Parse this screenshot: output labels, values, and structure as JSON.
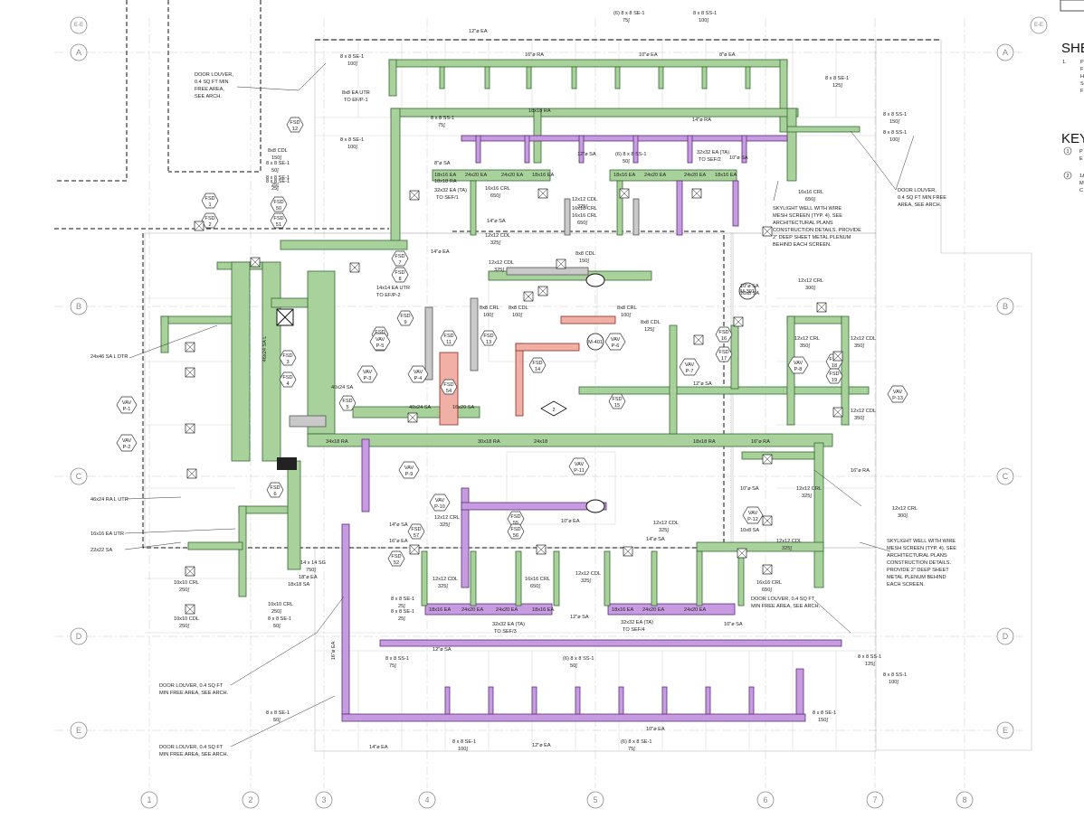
{
  "sheet_title_partial": "SHE",
  "keynotes_title_partial": "KEY",
  "grid": {
    "columns": [
      "1",
      "2",
      "3",
      "4",
      "5",
      "6",
      "7",
      "8"
    ],
    "rows": [
      "A",
      "B",
      "C",
      "D",
      "E"
    ],
    "ref": "E-E"
  },
  "general_notes_partial": [
    {
      "num": "1.",
      "lines": [
        "P",
        "F",
        "H",
        "S",
        "F"
      ]
    }
  ],
  "keynotes_partial": [
    {
      "num": "1",
      "lines": [
        "P",
        "E"
      ]
    },
    {
      "num": "2",
      "lines": [
        "1&",
        "M",
        "C"
      ]
    }
  ],
  "labels": {
    "l_8x8_se1_75_top": "(6) 8 x 8 SE-1",
    "l_75_top": "75∫",
    "l_8x8_ss1_100_top": "8 x 8 SS-1",
    "l_100_top": "100∫",
    "l_12ea": "12\"ø EA",
    "l_16ra": "16\"ø RA",
    "l_10ea": "10\"ø EA",
    "l_8ea": "8\"ø EA",
    "l_8x8_se1_a": "8 x 8 SE-1",
    "l_100a": "100∫",
    "l_8x8_se1_tr": "8 x 8 SE-1",
    "l_125_tr": "125∫",
    "l_18x18ra": "18x18 RA",
    "l_14ra": "14\"ø RA",
    "l_8x8_ss1_150": "8 x 8 SS-1",
    "l_150": "150∫",
    "l_8x8_ss1_100r": "8 x 8 SS-1",
    "l_100r": "100∫",
    "l_8x8_ss1_75": "8 x 8 SS-1",
    "l_75b": "75∫",
    "l_8x8_ss1_50": "(6) 8 x 8 SS-1",
    "l_50": "50∫",
    "l_32x32ea_sef2": "32x32 EA (TA)",
    "l_to_sef2": "TO SEF/2",
    "l_12sa": "12\"ø SA",
    "l_10sa": "10\"ø SA",
    "l_door_louver_tl": "DOOR LOUVER,",
    "l_door_louver_tl2": "0.4 SQ FT MIN",
    "l_door_louver_tl3": "FREE AREA,",
    "l_door_louver_tl4": "SEE ARCH.",
    "l_door_louver_tr": "DOOR LOUVER,",
    "l_door_louver_tr2": "0.4 SQ FT MIN FREE",
    "l_door_louver_tr3": "AREA, SEE ARCH.",
    "l_8x8_se1_100b": "8 x 8 SE-1",
    "l_100b": "100∫",
    "l_8x8_ea_utr": "8x8 EA UTR",
    "l_to_efp1": "TO EF/P-1",
    "l_8x8_se1_50": "8 x 8 SE-1",
    "l_50b": "50∫",
    "l_8x8_cdl_150": "8x8 CDL",
    "l_150b": "150∫",
    "l_8x8_se1_25": "8 x 8 SE-1",
    "l_25": "25∫",
    "l_8x8_se1_25b": "8 x 8 SE-1",
    "l_25b": "25∫",
    "l_8sa": "8\"ø SA",
    "l_18x18ra_b": "18x18 RA",
    "l_32x32ea_sef1": "32x32 EA (TA)",
    "l_to_sef1": "TO SEF/1",
    "l_16x16crl_650": "16x16 CRL",
    "l_650": "650∫",
    "l_14sa": "14\"ø SA",
    "l_12x12cdl_325": "12x12 CDL",
    "l_325": "325∫",
    "l_16x16crl_650b": "16x16 CRL",
    "l_650b": "650∫",
    "l_16x16crl_650c": "16x16 CRL",
    "l_650c": "650∫",
    "l_skylight1": "SKYLIGHT WELL WITH WIRE",
    "l_skylight2": "MESH SCREEN (TYP. 4). SEE",
    "l_skylight3": "ARCHITECTURAL PLANS",
    "l_skylight4": "CONSTRUCTION DETAILS. PROVIDE",
    "l_skylight5": "2\" DEEP SHEET METAL PLENUM",
    "l_skylight6": "BEHIND EACH SCREEN.",
    "l_14ea": "14\"ø EA",
    "l_8x8cdl_a": "8x8 CDL",
    "l_150c": "150∫",
    "l_8x8crl": "8x8 CRL",
    "l_100c": "100∫",
    "l_8x8cdl_b": "8x8 CDL",
    "l_100d": "100∫",
    "l_8x8crl_b": "8x8 CRL",
    "l_100e": "100∫",
    "l_8x8cdl_c": "8x8 CDL",
    "l_125c": "125∫",
    "l_12x12cdl_325b": "12x12 CDL",
    "l_325b": "325∫",
    "l_12x12cdl_325c": "12x12 CDL",
    "l_325c": "325∫",
    "l_10sa_b": "10\"ø SA",
    "l_10x8sa": "10x8 SA",
    "l_12x12crl_300": "12x12 CRL",
    "l_300": "300∫",
    "l_14x14ea_utr": "14x14 EA UTR",
    "l_to_efp2": "TO EF/P-2",
    "l_24x46_sal_dtr": "24x46 SA L DTR",
    "l_46x24sal": "46x24 SA L",
    "l_40x24sa": "40x24 SA",
    "l_40x24sa_b": "40x24 SA",
    "l_16x20sa": "16x20 SA",
    "l_34x18ra": "34x18 RA",
    "l_30x18ra": "30x18 RA",
    "l_24x18": "24x18",
    "l_18x18ra_c": "18x18 RA",
    "l_16ra_b": "16\"ø RA",
    "l_16ra_c": "16\"ø RA",
    "l_12x12crl_350": "12x12 CRL",
    "l_350": "350∫",
    "l_12x12cdl_350": "12x12 CDL",
    "l_350b": "350∫",
    "l_12x12cdl_350c": "12x12 CDL",
    "l_350c": "350∫",
    "l_12sa_b": "12\"ø SA",
    "l_12x12crl_325": "12x12 CRL",
    "l_325d": "325∫",
    "l_12x12crl_300b": "12x12 CRL",
    "l_300b": "300∫",
    "l_12x12cdl_325e": "12x12 CDL",
    "l_325e": "325∫",
    "l_10x8sa_b": "10x8 SA",
    "l_10sa_c": "10\"ø SA",
    "l_skylight_b1": "SKYLIGHT WELL WITH WIRE",
    "l_skylight_b2": "MESH SCREEN (TYP. 4). SEE",
    "l_skylight_b3": "ARCHITECTURAL PLANS",
    "l_skylight_b4": "CONSTRUCTION DETAILS.",
    "l_skylight_b5": "PROVIDE 2\" DEEP SHEET",
    "l_skylight_b6": "METAL PLENUM BEHIND",
    "l_skylight_b7": "EACH SCREEN.",
    "l_16x16crl_650d": "16x16 CRL",
    "l_650d": "650∫",
    "l_door_louver_br": "DOOR LOUVER, 0.4 SQ FT",
    "l_door_louver_br2": "MIN FREE AREA, SEE ARCH.",
    "l_10sa_d": "10\"ø SA",
    "l_8x8_ss1_125": "8 x 8 SS-1",
    "l_125d": "125∫",
    "l_8x8_ss1_100f": "8 x 8 SS-1",
    "l_100f": "100∫",
    "l_8x8_se1_150b": "8 x 8 SE-1",
    "l_150d": "150∫",
    "l_46x24_ra_l_utr": "46x24 RA L UTR",
    "l_16x16_ea_utr": "16x16 EA UTR",
    "l_22x22sa": "22x22 SA",
    "l_10x10crl": "10x10 CRL",
    "l_250": "250∫",
    "l_10x10cdl": "10x10 CDL",
    "l_250b": "250∫",
    "l_14x14sg": "14 x 14 SG",
    "l_750": "750∫",
    "l_18ea": "18\"ø EA",
    "l_18x18sa": "18x18 SA",
    "l_10x10crl_b": "10x10 CRL",
    "l_250c": "250∫",
    "l_8x8_se1_50c": "8 x 8 SE-1",
    "l_50c": "50∫",
    "l_16ea": "16\"ø EA",
    "l_14sa_b": "14\"ø SA",
    "l_16ea_b": "16\"ø EA",
    "l_8x8_se1_25c": "8 x 8 SE-1",
    "l_25c": "25∫",
    "l_8x8_se1_25d": "8 x 8 SE-1",
    "l_25d": "25∫",
    "l_12x12cdl_325f": "12x12 CDL",
    "l_325f": "325∫",
    "l_16x16crl_650e": "16x16 CRL",
    "l_650e": "650∫",
    "l_12x12cdl_325g": "12x12 CDL",
    "l_325g": "325∫",
    "l_12x12cdl_325h": "12x12 CDL",
    "l_325h": "325∫",
    "l_12x12crl_325i": "12x12 CRL",
    "l_325i": "325∫",
    "l_10ea_b": "10\"ø EA",
    "l_14sa_c": "14\"ø SA",
    "l_32x32ea_sef3": "32x32 EA (TA)",
    "l_to_sef3": "TO SEF/3",
    "l_12sa_c": "12\"ø SA",
    "l_32x32ea_sef4": "32x32 EA (TA)",
    "l_to_sef4": "TO SEF/4",
    "l_12sa_d": "12\"ø SA",
    "l_door_louver_bl": "DOOR LOUVER, 0.4 SQ FT",
    "l_door_louver_bl2": "MIN FREE AREA, SEE ARCH.",
    "l_8x8_se1_50d": "8 x 8 SE-1",
    "l_50d": "50∫",
    "l_door_louver_bl3": "DOOR LOUVER, 0.4 SQ FT",
    "l_door_louver_bl4": "MIN FREE AREA, SEE ARCH.",
    "l_8x8_ss1_75c": "8 x 8 SS-1",
    "l_75c": "75∫",
    "l_8x8_ss1_50e": "(6) 8 x 8 SS-1",
    "l_50e": "50∫",
    "l_14ea_b": "14\"ø EA",
    "l_8x8_se1_100g": "8 x 8 SE-1",
    "l_100g": "100∫",
    "l_12ea_b": "12\"ø EA",
    "l_8x8_se1_75e": "(6) 8 x 8 SE-1",
    "l_75e": "75∫",
    "l_10ea_c": "10\"ø EA",
    "l_10x10crl_c": "10x10 CRL",
    "l_250d": "250∫",
    "l_18ea_b": "18\"ø EA",
    "l_16ea_c": "16\"ø EA",
    "l_24x20ea": "24x20 EA",
    "l_18x16ea": "18x16 EA",
    "l_12x12cdl_tiny": "12x12 CDL",
    "l_18x18ra_d": "18x18 RA",
    "l_32x32ea_ta": "32x32 EA (TA)",
    "l_to_sef1_b": "TO SEF/1",
    "l_16x18crl": "16x18 CRL",
    "l_650f": "650∫",
    "l_16x16crl_g": "16x16 CRL",
    "l_650g": "650∫",
    "l_16x16ea": "18x16 EA",
    "l_24x20ea_b": "24x20 EA",
    "l_24x20ea_c": "24x20 EA",
    "l_18x16ea_b": "18x16 EA",
    "l_18x16ea_c": "18x16 EA",
    "l_24x20ea_d": "24x20 EA",
    "l_24x20ea_e": "24x20 EA",
    "l_16x16ea_b": "16x16 EA",
    "l_24x20ea_f": "24x20 EA",
    "l_18x16ea_d": "18x16 EA",
    "l_24x20ea_g": "24x20 EA",
    "l_18x16ea_e": "18x16 EA",
    "l_24x20ea_h": "24x20 EA",
    "l_18x16ea_f": "18x16 EA",
    "l_24x20ea_i": "24x20 EA"
  },
  "tags": [
    {
      "type": "FSD",
      "num": "12"
    },
    {
      "type": "FSD",
      "num": "1"
    },
    {
      "type": "FSD",
      "num": "2"
    },
    {
      "type": "FSD",
      "num": "50"
    },
    {
      "type": "FSD",
      "num": "51"
    },
    {
      "type": "FSD",
      "num": "7"
    },
    {
      "type": "FSD",
      "num": "8"
    },
    {
      "type": "FSD",
      "num": "3"
    },
    {
      "type": "FSD",
      "num": "4"
    },
    {
      "type": "FSD",
      "num": "5"
    },
    {
      "type": "FSD",
      "num": "6"
    },
    {
      "type": "FSD",
      "num": "9"
    },
    {
      "type": "FSD",
      "num": "10"
    },
    {
      "type": "FSD",
      "num": "11"
    },
    {
      "type": "FSD",
      "num": "13"
    },
    {
      "type": "FSD",
      "num": "53"
    },
    {
      "type": "FSD",
      "num": "54"
    },
    {
      "type": "FSD",
      "num": "14"
    },
    {
      "type": "FSD",
      "num": "15"
    },
    {
      "type": "FSD",
      "num": "16"
    },
    {
      "type": "FSD",
      "num": "17"
    },
    {
      "type": "FSD",
      "num": "18"
    },
    {
      "type": "FSD",
      "num": "19"
    },
    {
      "type": "FSD",
      "num": "52"
    },
    {
      "type": "FSD",
      "num": "55"
    },
    {
      "type": "FSD",
      "num": "56"
    },
    {
      "type": "FSD",
      "num": "57"
    }
  ],
  "vavs": [
    {
      "type": "VAV",
      "num": "P-1"
    },
    {
      "type": "VAV",
      "num": "P-2"
    },
    {
      "type": "VAV",
      "num": "P-3"
    },
    {
      "type": "VAV",
      "num": "P-4"
    },
    {
      "type": "VAV",
      "num": "P-5"
    },
    {
      "type": "VAV",
      "num": "P-6"
    },
    {
      "type": "VAV",
      "num": "P-7"
    },
    {
      "type": "VAV",
      "num": "P-8"
    },
    {
      "type": "VAV",
      "num": "P-9"
    },
    {
      "type": "VAV",
      "num": "P-10"
    },
    {
      "type": "VAV",
      "num": "P-11"
    },
    {
      "type": "VAV",
      "num": "P-12"
    },
    {
      "type": "VAV",
      "num": "P-13"
    }
  ],
  "equipment": [
    {
      "name": "M-401"
    },
    {
      "name": "M-301"
    },
    {
      "name": "2"
    }
  ]
}
